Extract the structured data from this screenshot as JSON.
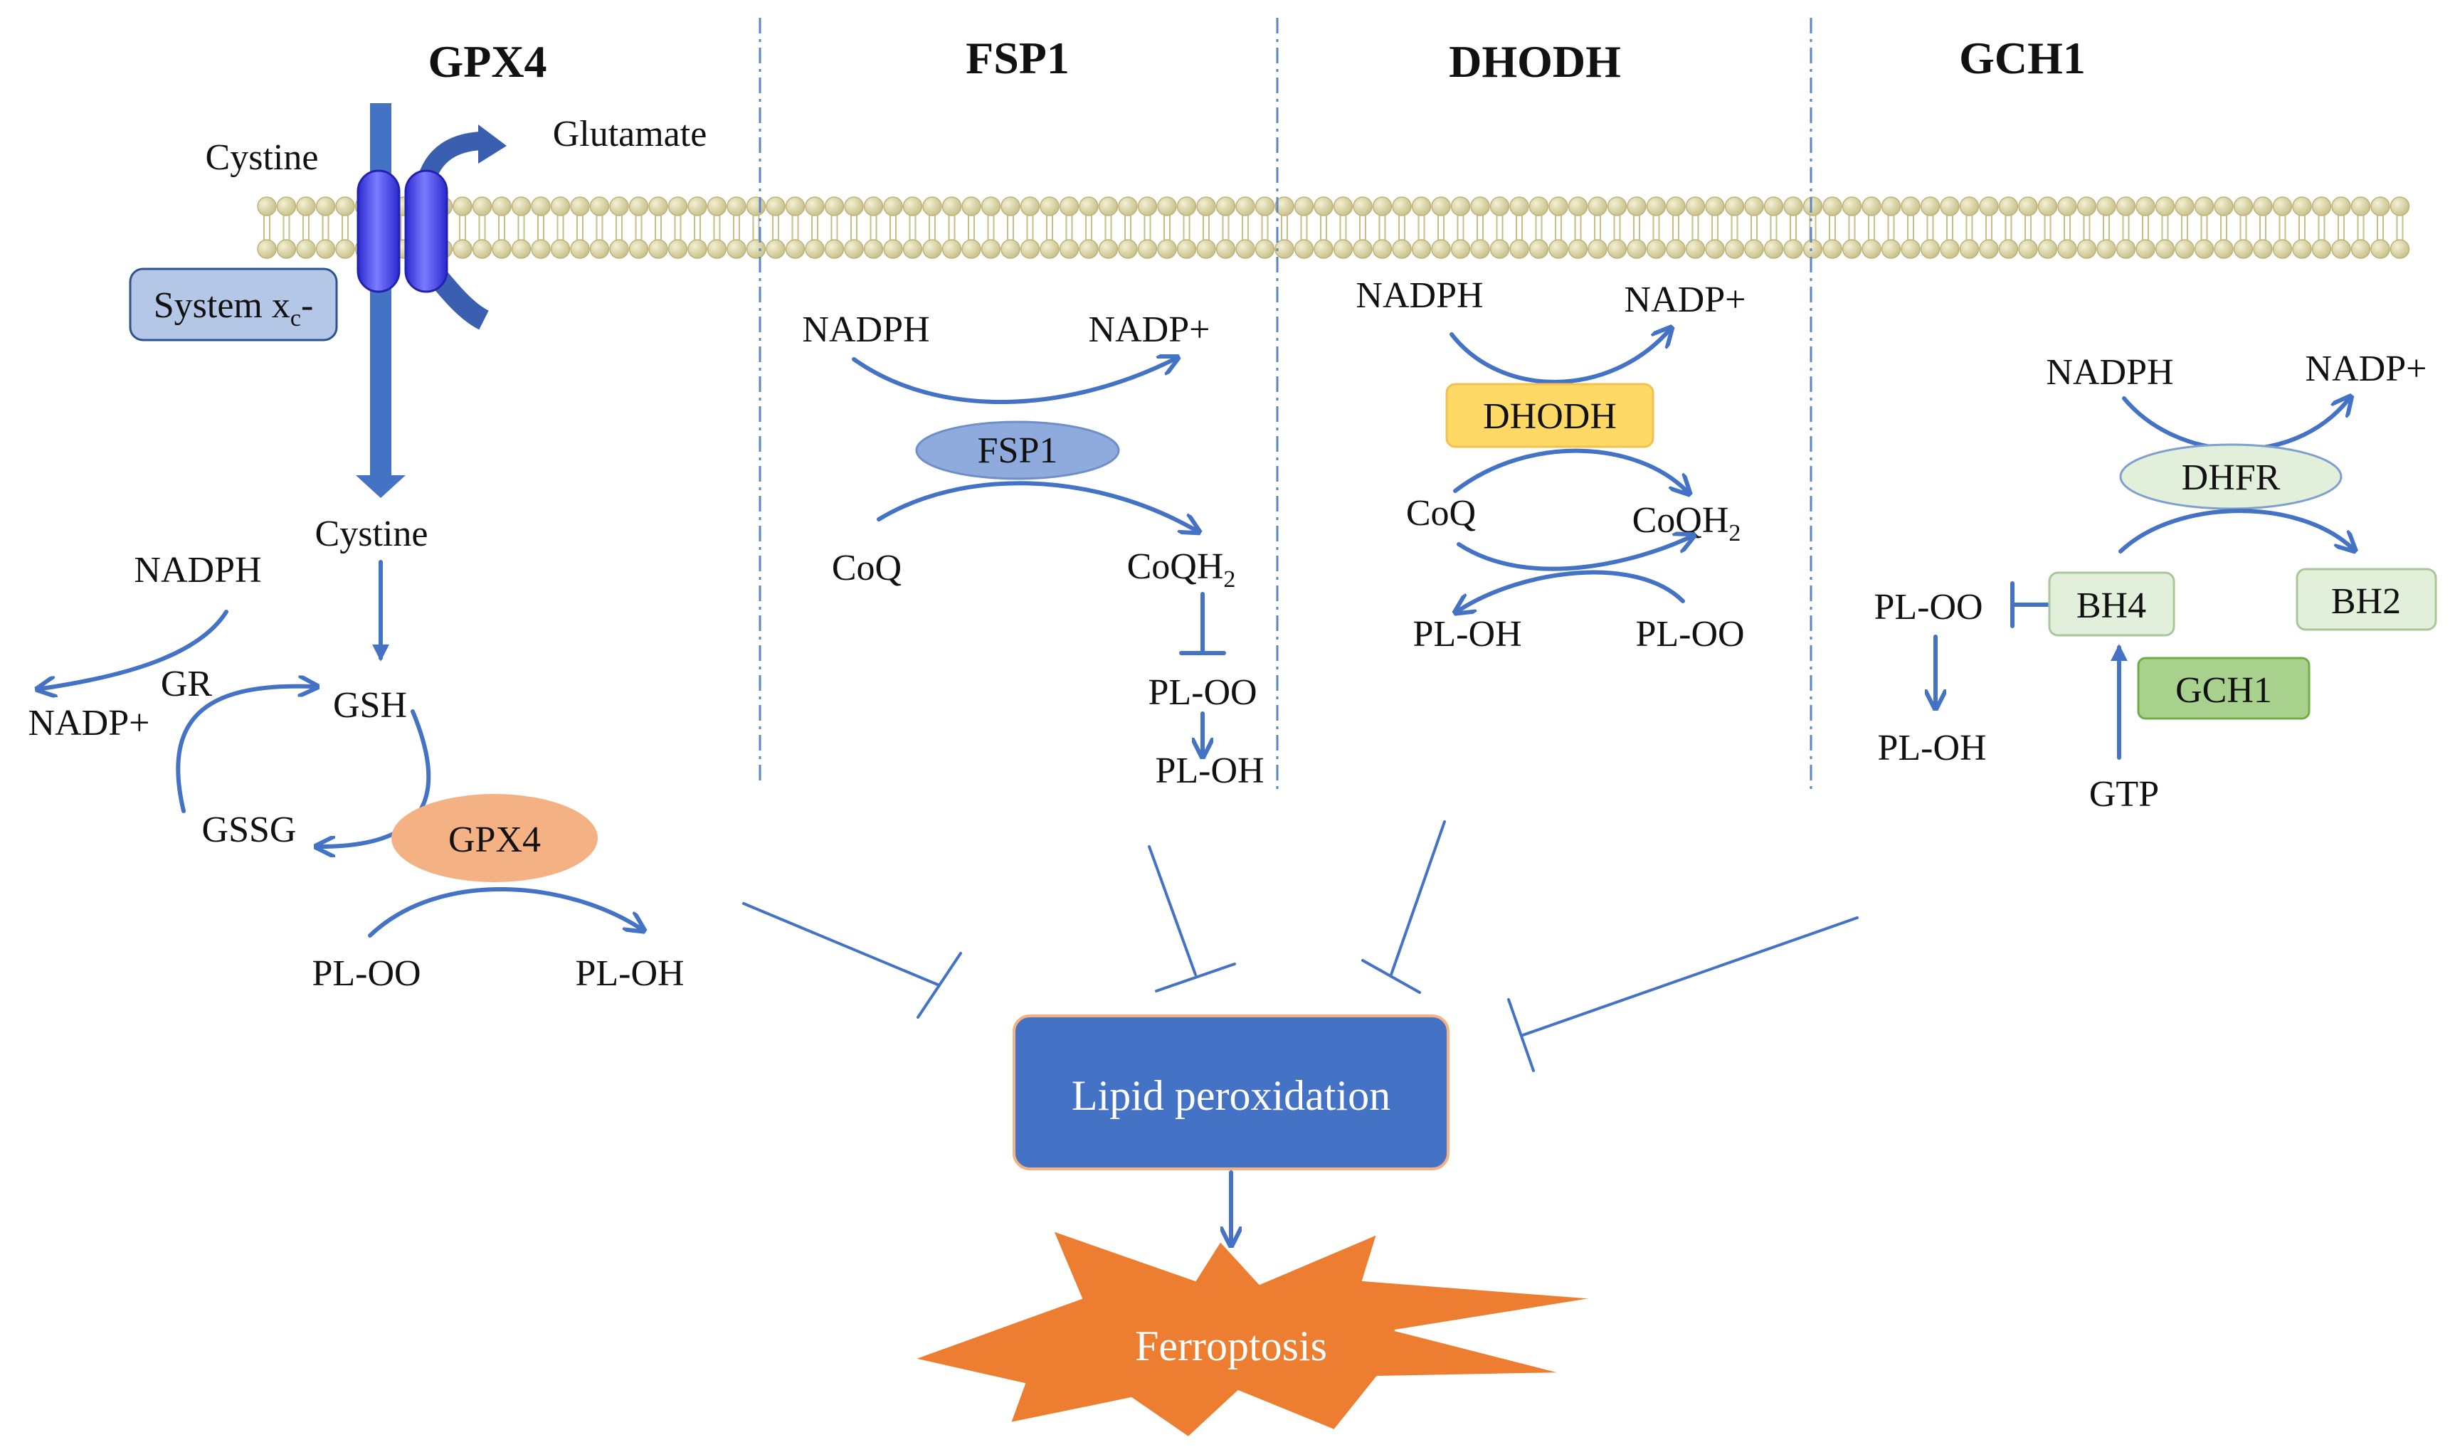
{
  "headers": {
    "gpx4": "GPX4",
    "fsp1": "FSP1",
    "dhodh": "DHODH",
    "gch1": "GCH1"
  },
  "gpx4_panel": {
    "cystine_out": "Cystine",
    "glutamate": "Glutamate",
    "system_xc_main": "System x",
    "system_xc_sub": "c",
    "system_xc_tail": "-",
    "cystine_in": "Cystine",
    "nadph": "NADPH",
    "nadp": "NADP+",
    "gr": "GR",
    "gsh": "GSH",
    "gssg": "GSSG",
    "enzyme": "GPX4",
    "pl_oo": "PL-OO",
    "pl_oh": "PL-OH"
  },
  "fsp1_panel": {
    "nadph": "NADPH",
    "nadp": "NADP+",
    "enzyme": "FSP1",
    "coq": "CoQ",
    "coqh2_main": "CoQH",
    "coqh2_sub": "2",
    "pl_oo": "PL-OO",
    "pl_oh": "PL-OH"
  },
  "dhodh_panel": {
    "nadph": "NADPH",
    "nadp": "NADP+",
    "enzyme": "DHODH",
    "coq": "CoQ",
    "coqh2_main": "CoQH",
    "coqh2_sub": "2",
    "pl_oh": "PL-OH",
    "pl_oo": "PL-OO"
  },
  "gch1_panel": {
    "nadph": "NADPH",
    "nadp": "NADP+",
    "dhfr": "DHFR",
    "pl_oo": "PL-OO",
    "bh4": "BH4",
    "bh2": "BH2",
    "gch1": "GCH1",
    "pl_oh": "PL-OH",
    "gtp": "GTP"
  },
  "center": {
    "lipid": "Lipid peroxidation",
    "ferroptosis": "Ferroptosis"
  },
  "colors": {
    "arrow": "#4472c4",
    "lipid_box": "#4472c4",
    "ferroptosis": "#ed7d31",
    "gpx4_enzyme": "#f4b183",
    "fsp1_enzyme": "#8faadc",
    "dhodh_enzyme": "#ffd966",
    "dhfr_enzyme": "#e2efda",
    "gch1_enzyme": "#a9d18e",
    "transporter": "#3c3cf0",
    "membrane": "#d9d3a6"
  }
}
